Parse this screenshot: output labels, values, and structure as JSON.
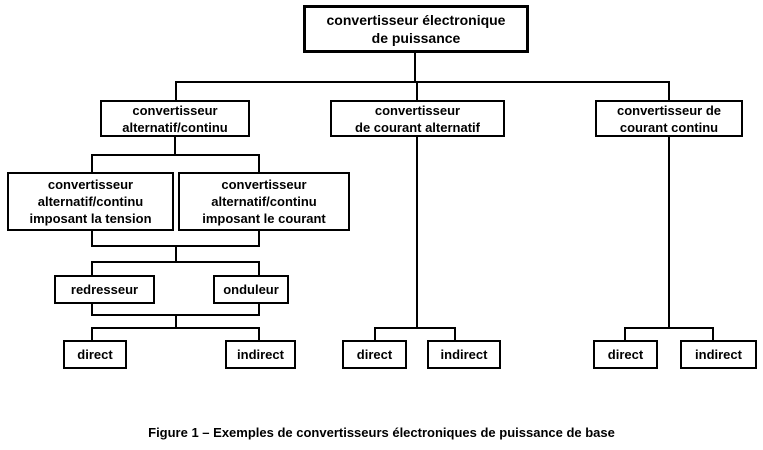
{
  "diagram": {
    "nodes": {
      "root": "convertisseur électronique\nde puissance",
      "acdc": "convertisseur\nalternatif/continu",
      "ac": "convertisseur\nde courant alternatif",
      "dc": "convertisseur de\ncourant continu",
      "acdc_tension": "convertisseur\nalternatif/continu\nimposant la tension",
      "acdc_courant": "convertisseur\nalternatif/continu\nimposant le courant",
      "redresseur": "redresseur",
      "onduleur": "onduleur",
      "acdc_direct": "direct",
      "acdc_indirect": "indirect",
      "ac_direct": "direct",
      "ac_indirect": "indirect",
      "dc_direct": "direct",
      "dc_indirect": "indirect"
    },
    "caption": "Figure 1 – Exemples de convertisseurs électroniques de puissance de base",
    "colors": {
      "line": "#000000",
      "box_background": "#ffffff",
      "text": "#000000",
      "page_background": "#ffffff"
    }
  }
}
